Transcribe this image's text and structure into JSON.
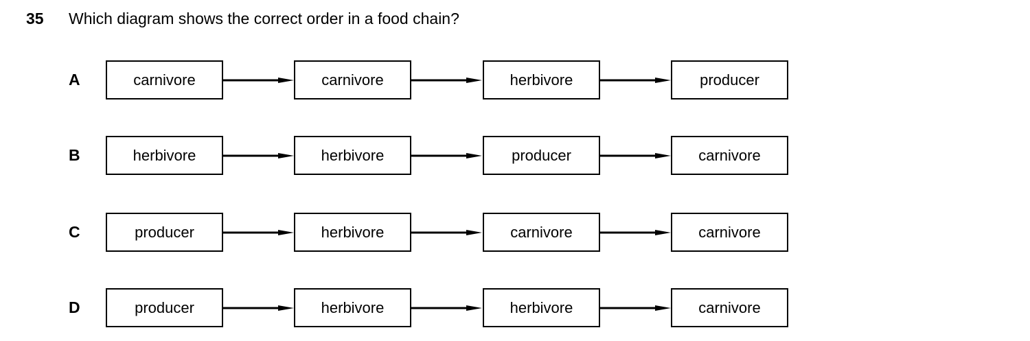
{
  "question": {
    "number": "35",
    "text": "Which diagram shows the correct order in a food chain?"
  },
  "options": [
    {
      "letter": "A",
      "chain": [
        "carnivore",
        "carnivore",
        "herbivore",
        "producer"
      ]
    },
    {
      "letter": "B",
      "chain": [
        "herbivore",
        "herbivore",
        "producer",
        "carnivore"
      ]
    },
    {
      "letter": "C",
      "chain": [
        "producer",
        "herbivore",
        "carnivore",
        "carnivore"
      ]
    },
    {
      "letter": "D",
      "chain": [
        "producer",
        "herbivore",
        "herbivore",
        "carnivore"
      ]
    }
  ],
  "colors": {
    "ink": "#000000",
    "paper": "#ffffff"
  }
}
